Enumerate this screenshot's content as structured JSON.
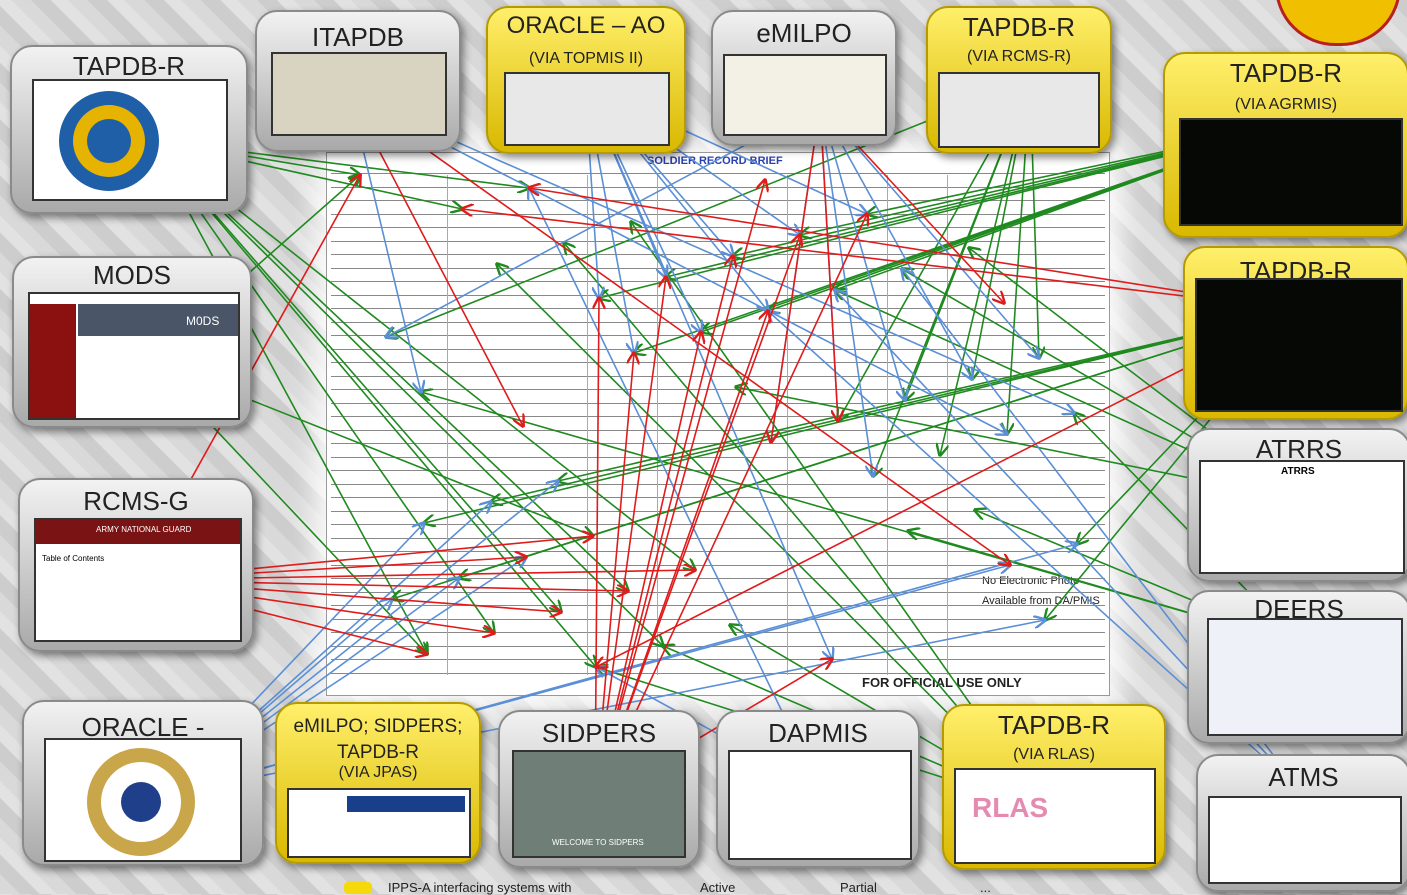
{
  "document": {
    "header": "SOLDIER RECORD BRIEF",
    "photo_note_1": "No Electronic Photo",
    "photo_note_2": "Available from DA/PMIS",
    "footer": "FOR OFFICIAL USE ONLY"
  },
  "systems": [
    {
      "id": "tapdb-r-usar",
      "title": "TAPDB-R",
      "subtitle": "",
      "style": "gray"
    },
    {
      "id": "itapdb",
      "title": "ITAPDB",
      "subtitle": "",
      "style": "gray"
    },
    {
      "id": "oracle-ao",
      "title": "ORACLE – AO",
      "subtitle": "(VIA TOPMIS II)",
      "style": "yellow"
    },
    {
      "id": "emilpo",
      "title": "eMILPO",
      "subtitle": "",
      "style": "gray"
    },
    {
      "id": "tapdb-r-rcms",
      "title": "TAPDB-R",
      "subtitle": "(VIA RCMS-R)",
      "style": "yellow"
    },
    {
      "id": "tapdb-r-agrmis",
      "title": "TAPDB-R",
      "subtitle": "(VIA AGRMIS)",
      "style": "yellow"
    },
    {
      "id": "mods",
      "title": "MODS",
      "subtitle": "",
      "style": "gray"
    },
    {
      "id": "tapdb-r-2",
      "title": "TAPDB-R",
      "subtitle": "",
      "style": "yellow"
    },
    {
      "id": "rcms-g",
      "title": "RCMS-G",
      "subtitle": "",
      "style": "gray"
    },
    {
      "id": "atrrs",
      "title": "ATRRS",
      "subtitle": "",
      "style": "gray"
    },
    {
      "id": "deers",
      "title": "DEERS",
      "subtitle": "",
      "style": "gray"
    },
    {
      "id": "oracle",
      "title": "ORACLE -",
      "subtitle": "",
      "style": "gray"
    },
    {
      "id": "jpas",
      "title": "eMILPO; SIDPERS; TAPDB-R",
      "subtitle": "(VIA JPAS)",
      "style": "yellow"
    },
    {
      "id": "sidpers",
      "title": "SIDPERS",
      "subtitle": "",
      "style": "gray"
    },
    {
      "id": "dapmis",
      "title": "DAPMIS",
      "subtitle": "",
      "style": "gray"
    },
    {
      "id": "tapdb-r-rlas",
      "title": "TAPDB-R",
      "subtitle": "(VIA RLAS)",
      "style": "yellow"
    },
    {
      "id": "atms",
      "title": "ATMS",
      "subtitle": "",
      "style": "gray"
    }
  ],
  "screen_text": {
    "mods_logo": "M0DS",
    "rcms_banner": "ARMY NATIONAL GUARD",
    "rcms_contents": "Table of Contents",
    "sidpers_welcome": "WELCOME TO SIDPERS",
    "rlas_logo": "RLAS",
    "atrrs_logo": "ATRRS"
  },
  "legend": {
    "item_1": "IPPS-A interfacing systems with",
    "item_2": "Active",
    "item_3": "Partial",
    "item_4": "..."
  },
  "colors": {
    "blue": "#5b8fd6",
    "red": "#e01b1b",
    "green": "#1f8a1f",
    "yellow": "#f5d90a"
  }
}
